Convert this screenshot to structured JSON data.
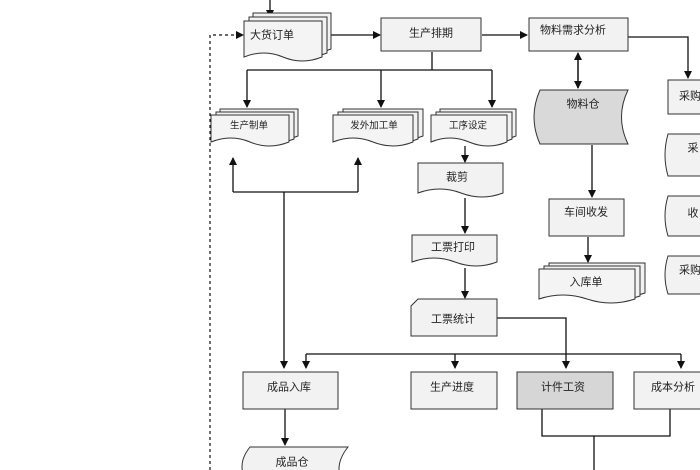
{
  "nodes": {
    "bulk_order": "大货订单",
    "production_scheduling": "生产排期",
    "material_analysis": "物料需求分析",
    "production_order": "生产制单",
    "outsource_order": "发外加工单",
    "process_setting": "工序设定",
    "material_warehouse": "物料仓",
    "cutting": "裁剪",
    "workshop_receiving": "车间收发",
    "ticket_printing": "工票打印",
    "warehouse_receipt": "入库单",
    "ticket_statistics": "工票统计",
    "finished_inbound": "成品入库",
    "production_progress": "生产进度",
    "piece_wage": "计件工资",
    "cost_analysis": "成本分析",
    "finished_warehouse": "成品仓",
    "right_1": "采购",
    "right_2": "采",
    "right_3": "收",
    "right_4": "采购"
  }
}
